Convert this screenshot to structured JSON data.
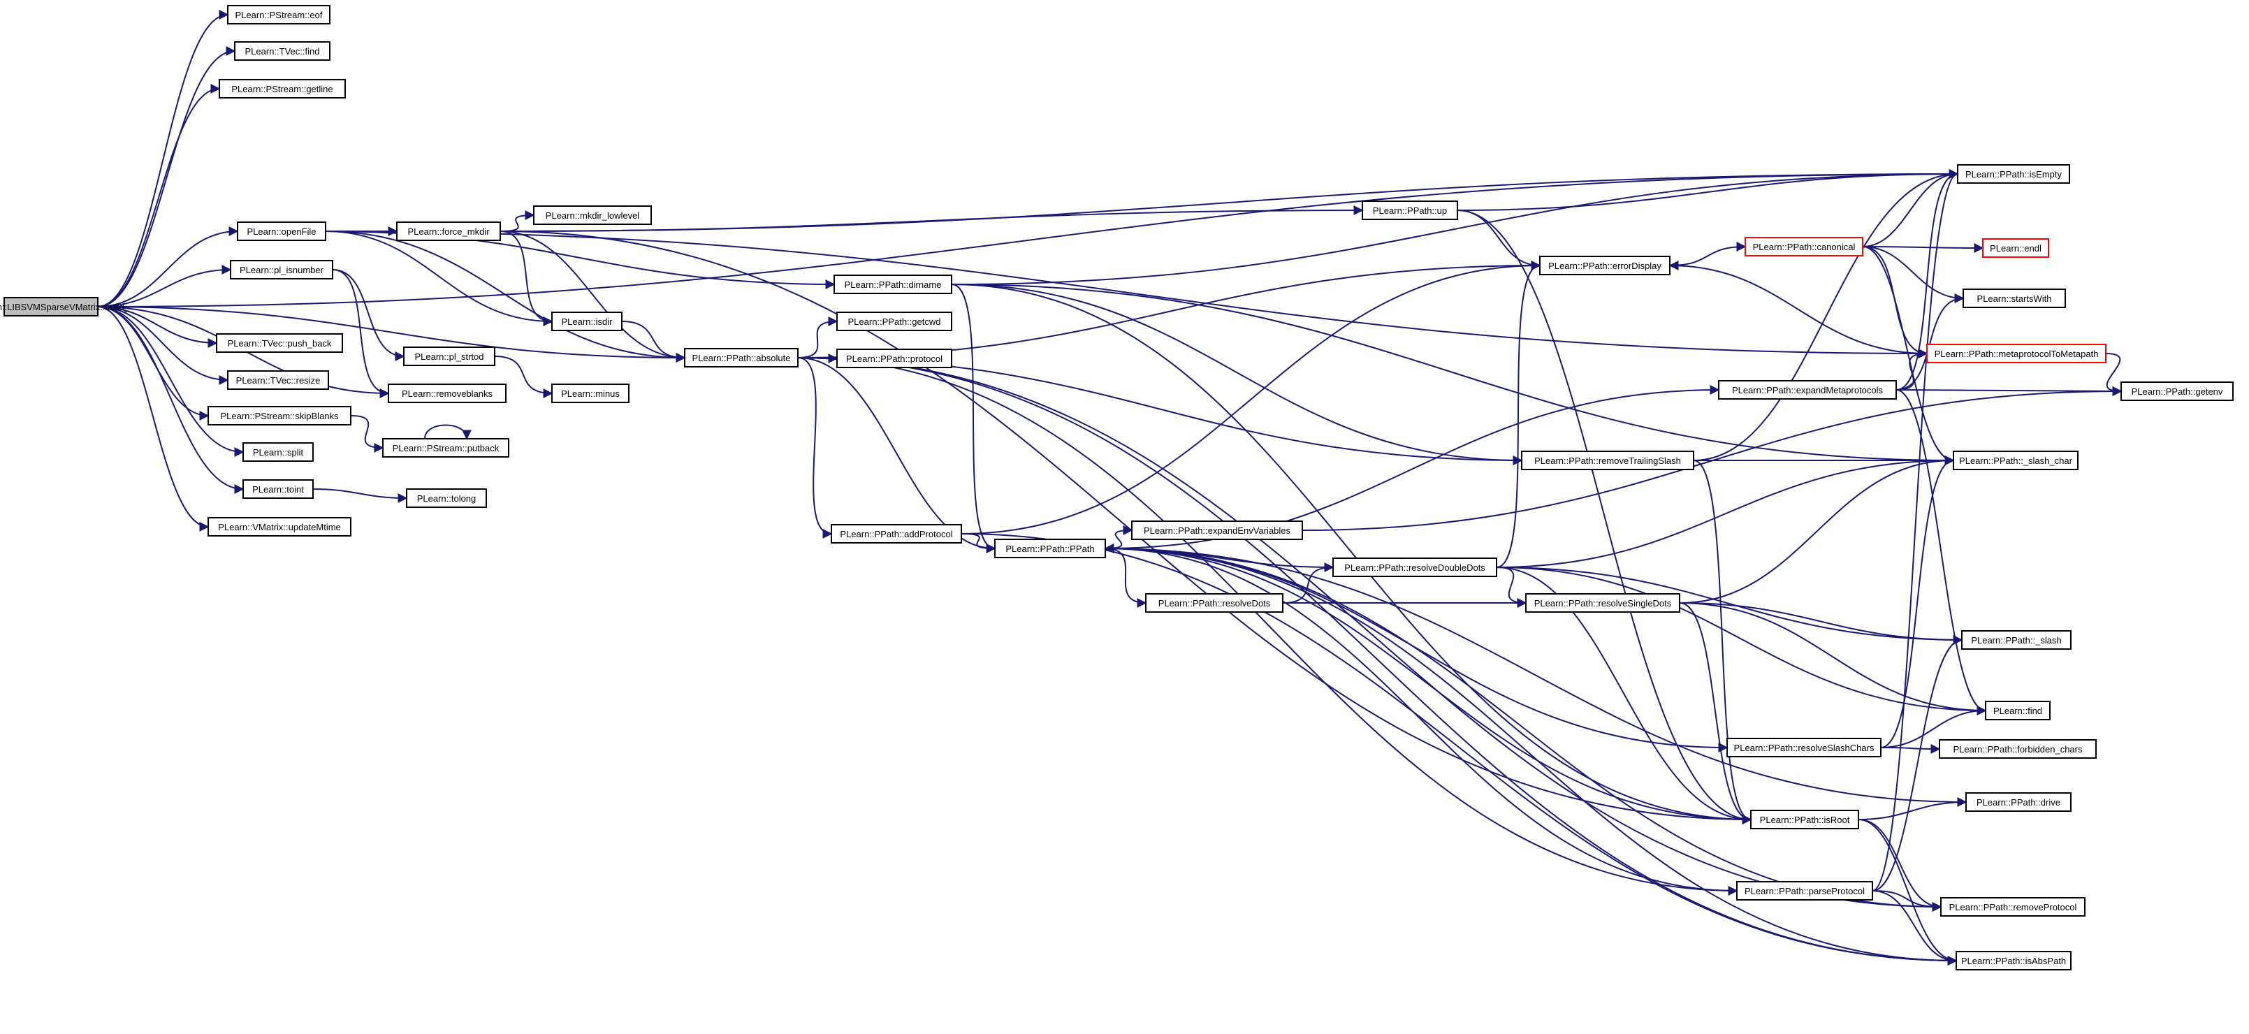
{
  "colors": {
    "edge": "#191970",
    "node_border": "#000000",
    "root_fill": "#bfbfbf",
    "node_fill": "#ffffff",
    "incomplete_border": "#ff0000"
  },
  "nodes": [
    {
      "id": "build",
      "label": "PLearn::LIBSVMSparseVMatrix::build_",
      "kind": "root"
    },
    {
      "id": "eof",
      "label": "PLearn::PStream::eof",
      "kind": "normal"
    },
    {
      "id": "tvecfind",
      "label": "PLearn::TVec::find",
      "kind": "normal"
    },
    {
      "id": "getline",
      "label": "PLearn::PStream::getline",
      "kind": "normal"
    },
    {
      "id": "openFile",
      "label": "PLearn::openFile",
      "kind": "normal"
    },
    {
      "id": "force_mkdir",
      "label": "PLearn::force_mkdir",
      "kind": "normal"
    },
    {
      "id": "mkdir_lowlevel",
      "label": "PLearn::mkdir_lowlevel",
      "kind": "normal"
    },
    {
      "id": "pl_isnumber",
      "label": "PLearn::pl_isnumber",
      "kind": "normal"
    },
    {
      "id": "isdir",
      "label": "PLearn::isdir",
      "kind": "normal"
    },
    {
      "id": "push_back",
      "label": "PLearn::TVec::push_back",
      "kind": "normal"
    },
    {
      "id": "pl_strtod",
      "label": "PLearn::pl_strtod",
      "kind": "normal"
    },
    {
      "id": "resize",
      "label": "PLearn::TVec::resize",
      "kind": "normal"
    },
    {
      "id": "removeblanks",
      "label": "PLearn::removeblanks",
      "kind": "normal"
    },
    {
      "id": "minus",
      "label": "PLearn::minus",
      "kind": "normal"
    },
    {
      "id": "skipBlanks",
      "label": "PLearn::PStream::skipBlanks",
      "kind": "normal"
    },
    {
      "id": "putback",
      "label": "PLearn::PStream::putback",
      "kind": "normal"
    },
    {
      "id": "split",
      "label": "PLearn::split",
      "kind": "normal"
    },
    {
      "id": "toint",
      "label": "PLearn::toint",
      "kind": "normal"
    },
    {
      "id": "tolong",
      "label": "PLearn::tolong",
      "kind": "normal"
    },
    {
      "id": "updateMtime",
      "label": "PLearn::VMatrix::updateMtime",
      "kind": "normal"
    },
    {
      "id": "dirname",
      "label": "PLearn::PPath::dirname",
      "kind": "normal"
    },
    {
      "id": "getcwd",
      "label": "PLearn::PPath::getcwd",
      "kind": "normal"
    },
    {
      "id": "absolute",
      "label": "PLearn::PPath::absolute",
      "kind": "normal"
    },
    {
      "id": "protocol",
      "label": "PLearn::PPath::protocol",
      "kind": "normal"
    },
    {
      "id": "addProtocol",
      "label": "PLearn::PPath::addProtocol",
      "kind": "normal"
    },
    {
      "id": "ppath",
      "label": "PLearn::PPath::PPath",
      "kind": "normal"
    },
    {
      "id": "expandEnvVariables",
      "label": "PLearn::PPath::expandEnvVariables",
      "kind": "normal"
    },
    {
      "id": "resolveDots",
      "label": "PLearn::PPath::resolveDots",
      "kind": "normal"
    },
    {
      "id": "up",
      "label": "PLearn::PPath::up",
      "kind": "normal"
    },
    {
      "id": "errorDisplay",
      "label": "PLearn::PPath::errorDisplay",
      "kind": "normal"
    },
    {
      "id": "resolveDoubleDots",
      "label": "PLearn::PPath::resolveDoubleDots",
      "kind": "normal"
    },
    {
      "id": "resolveSingleDots",
      "label": "PLearn::PPath::resolveSingleDots",
      "kind": "normal"
    },
    {
      "id": "removeTrailingSlash",
      "label": "PLearn::PPath::removeTrailingSlash",
      "kind": "normal"
    },
    {
      "id": "expandMetaprotocols",
      "label": "PLearn::PPath::expandMetaprotocols",
      "kind": "normal"
    },
    {
      "id": "canonical",
      "label": "PLearn::PPath::canonical",
      "kind": "incomplete"
    },
    {
      "id": "resolveSlashChars",
      "label": "PLearn::PPath::resolveSlashChars",
      "kind": "normal"
    },
    {
      "id": "isRoot",
      "label": "PLearn::PPath::isRoot",
      "kind": "normal"
    },
    {
      "id": "parseProtocol",
      "label": "PLearn::PPath::parseProtocol",
      "kind": "normal"
    },
    {
      "id": "isEmpty",
      "label": "PLearn::PPath::isEmpty",
      "kind": "normal"
    },
    {
      "id": "endl",
      "label": "PLearn::endl",
      "kind": "incomplete"
    },
    {
      "id": "startsWith",
      "label": "PLearn::startsWith",
      "kind": "normal"
    },
    {
      "id": "metaprotocolToMetapath",
      "label": "PLearn::PPath::metaprotocolToMetapath",
      "kind": "incomplete"
    },
    {
      "id": "getenv",
      "label": "PLearn::PPath::getenv",
      "kind": "normal"
    },
    {
      "id": "slash_char",
      "label": "PLearn::PPath::_slash_char",
      "kind": "normal"
    },
    {
      "id": "slash",
      "label": "PLearn::PPath::_slash",
      "kind": "normal"
    },
    {
      "id": "find",
      "label": "PLearn::find",
      "kind": "normal"
    },
    {
      "id": "forbidden_chars",
      "label": "PLearn::PPath::forbidden_chars",
      "kind": "normal"
    },
    {
      "id": "drive",
      "label": "PLearn::PPath::drive",
      "kind": "normal"
    },
    {
      "id": "removeProtocol",
      "label": "PLearn::PPath::removeProtocol",
      "kind": "normal"
    },
    {
      "id": "isAbsPath",
      "label": "PLearn::PPath::isAbsPath",
      "kind": "normal"
    }
  ],
  "edges": [
    [
      "build",
      "eof"
    ],
    [
      "build",
      "tvecfind"
    ],
    [
      "build",
      "getline"
    ],
    [
      "build",
      "openFile"
    ],
    [
      "build",
      "pl_isnumber"
    ],
    [
      "build",
      "push_back"
    ],
    [
      "build",
      "resize"
    ],
    [
      "build",
      "removeblanks"
    ],
    [
      "build",
      "skipBlanks"
    ],
    [
      "build",
      "split"
    ],
    [
      "build",
      "toint"
    ],
    [
      "build",
      "updateMtime"
    ],
    [
      "build",
      "isEmpty"
    ],
    [
      "build",
      "absolute"
    ],
    [
      "openFile",
      "force_mkdir"
    ],
    [
      "openFile",
      "isdir"
    ],
    [
      "openFile",
      "dirname"
    ],
    [
      "openFile",
      "absolute"
    ],
    [
      "openFile",
      "metaprotocolToMetapath"
    ],
    [
      "force_mkdir",
      "mkdir_lowlevel"
    ],
    [
      "force_mkdir",
      "isdir"
    ],
    [
      "force_mkdir",
      "absolute"
    ],
    [
      "force_mkdir",
      "up"
    ],
    [
      "force_mkdir",
      "isEmpty"
    ],
    [
      "force_mkdir",
      "isRoot"
    ],
    [
      "pl_isnumber",
      "pl_strtod"
    ],
    [
      "pl_isnumber",
      "removeblanks"
    ],
    [
      "pl_strtod",
      "minus"
    ],
    [
      "skipBlanks",
      "putback"
    ],
    [
      "putback",
      "putback"
    ],
    [
      "toint",
      "tolong"
    ],
    [
      "isdir",
      "absolute"
    ],
    [
      "absolute",
      "getcwd"
    ],
    [
      "absolute",
      "protocol"
    ],
    [
      "absolute",
      "addProtocol"
    ],
    [
      "absolute",
      "ppath"
    ],
    [
      "absolute",
      "removeTrailingSlash"
    ],
    [
      "absolute",
      "isAbsPath"
    ],
    [
      "absolute",
      "removeProtocol"
    ],
    [
      "absolute",
      "parseProtocol"
    ],
    [
      "absolute",
      "errorDisplay"
    ],
    [
      "dirname",
      "ppath"
    ],
    [
      "dirname",
      "removeTrailingSlash"
    ],
    [
      "dirname",
      "slash_char"
    ],
    [
      "dirname",
      "isRoot"
    ],
    [
      "dirname",
      "isEmpty"
    ],
    [
      "addProtocol",
      "ppath"
    ],
    [
      "addProtocol",
      "errorDisplay"
    ],
    [
      "addProtocol",
      "isAbsPath"
    ],
    [
      "ppath",
      "expandEnvVariables"
    ],
    [
      "ppath",
      "resolveDots"
    ],
    [
      "ppath",
      "expandMetaprotocols"
    ],
    [
      "ppath",
      "resolveSlashChars"
    ],
    [
      "ppath",
      "isRoot"
    ],
    [
      "ppath",
      "parseProtocol"
    ],
    [
      "resolveDots",
      "resolveDoubleDots"
    ],
    [
      "resolveDots",
      "resolveSingleDots"
    ],
    [
      "resolveDoubleDots",
      "ppath"
    ],
    [
      "resolveDoubleDots",
      "errorDisplay"
    ],
    [
      "resolveDoubleDots",
      "slash_char"
    ],
    [
      "resolveDoubleDots",
      "slash"
    ],
    [
      "resolveDoubleDots",
      "find"
    ],
    [
      "resolveDoubleDots",
      "isRoot"
    ],
    [
      "resolveDoubleDots",
      "resolveSingleDots"
    ],
    [
      "resolveSingleDots",
      "slash_char"
    ],
    [
      "resolveSingleDots",
      "slash"
    ],
    [
      "resolveSingleDots",
      "find"
    ],
    [
      "resolveSingleDots",
      "isRoot"
    ],
    [
      "up",
      "errorDisplay"
    ],
    [
      "up",
      "isEmpty"
    ],
    [
      "up",
      "isRoot"
    ],
    [
      "errorDisplay",
      "canonical"
    ],
    [
      "canonical",
      "endl"
    ],
    [
      "canonical",
      "isEmpty"
    ],
    [
      "canonical",
      "startsWith"
    ],
    [
      "canonical",
      "metaprotocolToMetapath"
    ],
    [
      "canonical",
      "slash_char"
    ],
    [
      "removeTrailingSlash",
      "isEmpty"
    ],
    [
      "removeTrailingSlash",
      "slash_char"
    ],
    [
      "removeTrailingSlash",
      "isRoot"
    ],
    [
      "expandMetaprotocols",
      "getenv"
    ],
    [
      "expandMetaprotocols",
      "metaprotocolToMetapath"
    ],
    [
      "expandMetaprotocols",
      "isEmpty"
    ],
    [
      "expandMetaprotocols",
      "find"
    ],
    [
      "expandMetaprotocols",
      "startsWith"
    ],
    [
      "metaprotocolToMetapath",
      "errorDisplay"
    ],
    [
      "metaprotocolToMetapath",
      "getenv"
    ],
    [
      "expandEnvVariables",
      "getenv"
    ],
    [
      "resolveSlashChars",
      "find"
    ],
    [
      "resolveSlashChars",
      "forbidden_chars"
    ],
    [
      "resolveSlashChars",
      "slash_char"
    ],
    [
      "isRoot",
      "drive"
    ],
    [
      "isRoot",
      "removeProtocol"
    ],
    [
      "isRoot",
      "isAbsPath"
    ],
    [
      "drive",
      "ppath"
    ],
    [
      "parseProtocol",
      "removeProtocol"
    ],
    [
      "parseProtocol",
      "isAbsPath"
    ],
    [
      "parseProtocol",
      "slash"
    ],
    [
      "parseProtocol",
      "isEmpty"
    ],
    [
      "removeProtocol",
      "ppath"
    ],
    [
      "isAbsPath",
      "ppath"
    ]
  ]
}
